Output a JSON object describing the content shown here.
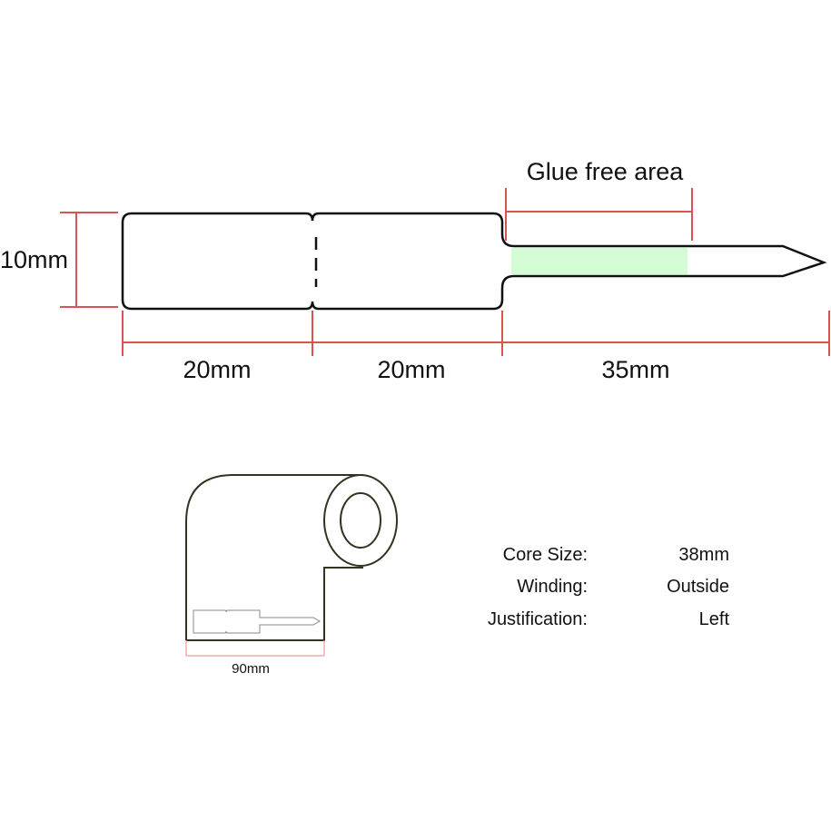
{
  "label": {
    "height_label": "10mm",
    "glue_label": "Glue free area",
    "segments": [
      "20mm",
      "20mm",
      "35mm"
    ]
  },
  "roll": {
    "width_label": "90mm"
  },
  "specs": [
    {
      "key": "Core Size:",
      "value": "38mm"
    },
    {
      "key": "Winding:",
      "value": "Outside"
    },
    {
      "key": "Justification:",
      "value": "Left"
    }
  ],
  "colors": {
    "dimension": "#d9534f",
    "glue_free": "#d4fcd4",
    "outline": "#111111",
    "roll": "#33331f"
  }
}
